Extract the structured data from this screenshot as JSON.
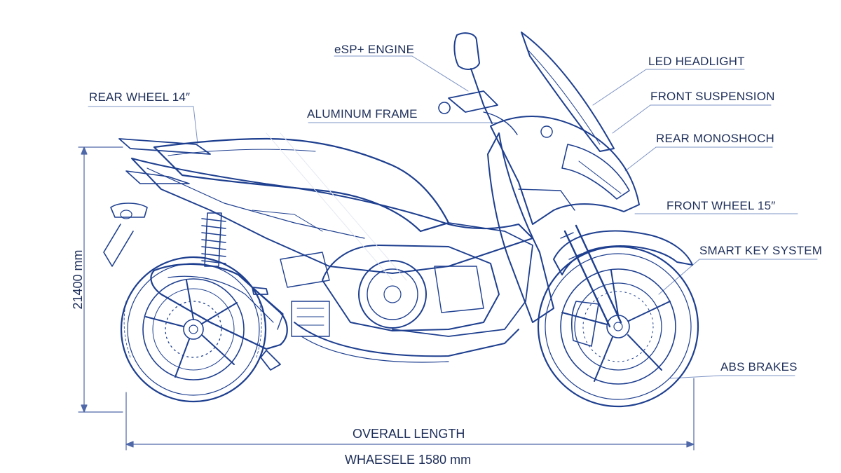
{
  "callouts": {
    "esp_engine": "eSP+ ENGINE",
    "led_headlight": "LED HEADLIGHT",
    "rear_wheel": "REAR WHEEL 14″",
    "front_suspension": "FRONT SUSPENSION",
    "aluminum_frame": "ALUMINUM FRAME",
    "rear_monoshock": "REAR MONOSHOCH",
    "front_wheel": "FRONT WHEEL 15″",
    "smart_key": "SMART KEY SYSTEM",
    "abs_brakes": "ABS BRAKES"
  },
  "dimensions": {
    "height": "21400 mm",
    "overall_length": "OVERALL LENGTH",
    "wheelbase": "WHAESELE 1580 mm"
  },
  "colors": {
    "ink": "#1e3f8f",
    "text": "#1e2f5a",
    "leader": "#7d93c4"
  }
}
